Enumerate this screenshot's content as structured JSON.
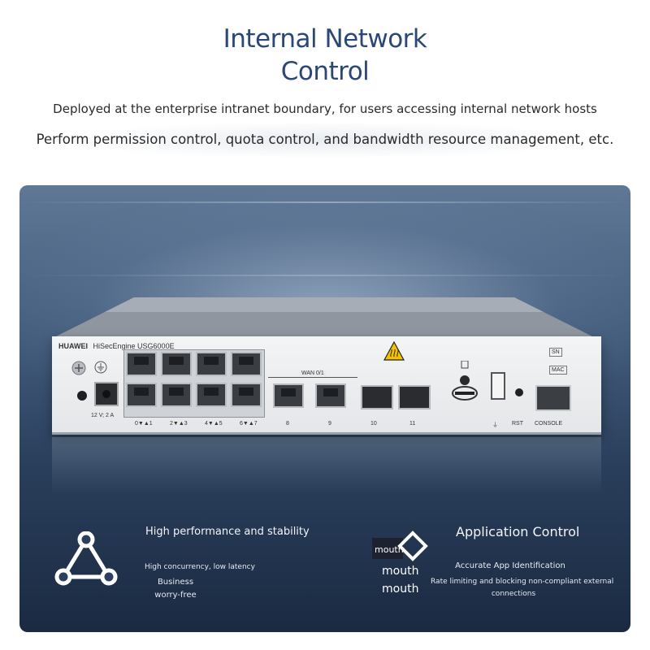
{
  "header": {
    "title_line1": "Internal Network",
    "title_line2": "Control",
    "subtitle1": "Deployed at the enterprise intranet boundary, for users accessing internal network hosts",
    "subtitle2": "Perform permission control, quota control, and bandwidth resource management, etc."
  },
  "device": {
    "brand": "HUAWEI",
    "model": "HiSecEngine USG6000E",
    "power_label": "12 V; 2 A",
    "port_labels": [
      "0▼▲1",
      "2▼▲3",
      "4▼▲5",
      "6▼▲7"
    ],
    "wan_label": "WAN 0/1",
    "port_8": "8",
    "port_9": "9",
    "port_10": "10",
    "port_11": "11",
    "sn_label": "SN",
    "mac_label": "MAC",
    "rst_label": "RST",
    "console_label": "CONSOLE"
  },
  "features": {
    "left": {
      "icon": "triangle-network-icon",
      "title": "High performance and stability",
      "line1": "High concurrency, low latency",
      "line2": "Business",
      "line3": "worry-free"
    },
    "right": {
      "icon": "diamond-icon",
      "title": "Application Control",
      "line1": "Accurate App Identification",
      "line2": "Rate limiting and blocking non-compliant external",
      "line3": "connections",
      "mouth1": "mouth",
      "mouth2": "mouth",
      "mouth3": "mouth"
    }
  },
  "colors": {
    "title": "#2b4777",
    "panel_top": "#5f7896",
    "panel_bottom": "#1b2a42"
  }
}
